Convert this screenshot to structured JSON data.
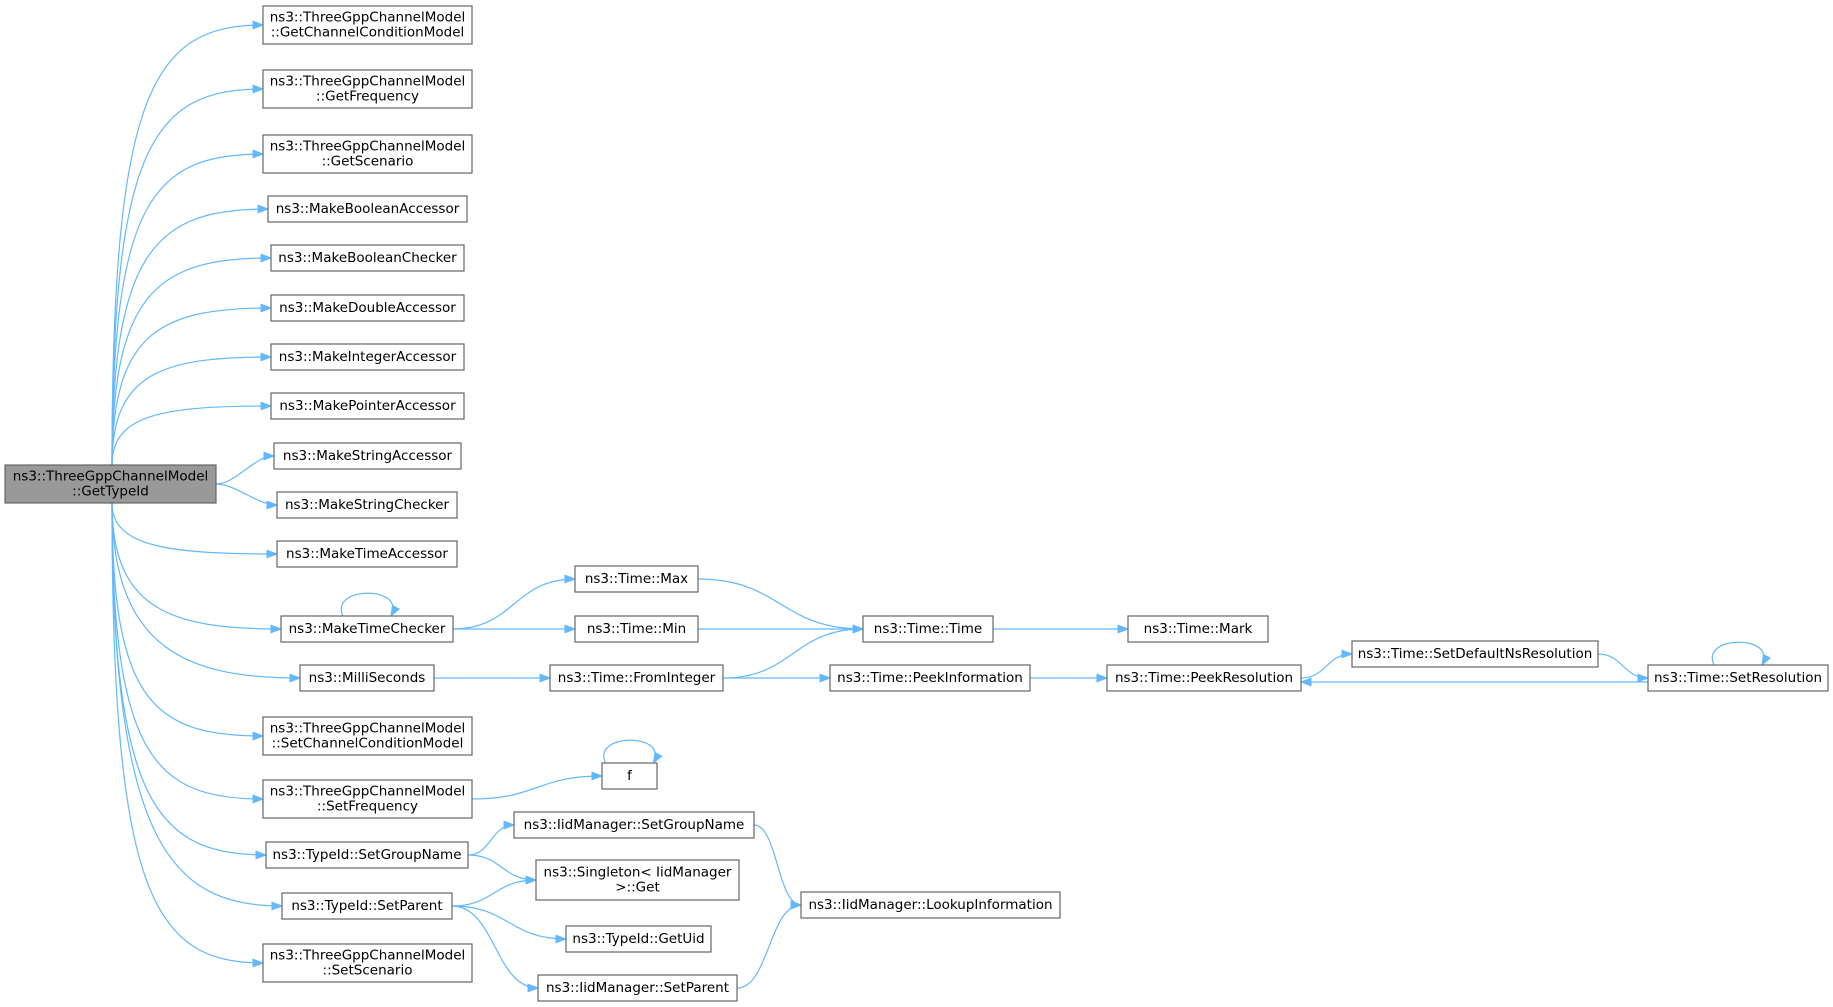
{
  "graph": {
    "title": "",
    "colors": {
      "edge": "#63b8ff",
      "node_border": "#666666",
      "root_fill": "#999999",
      "node_fill": "#ffffff"
    },
    "nodes": [
      {
        "id": "root",
        "lines": [
          "ns3::ThreeGppChannelModel",
          "::GetTypeId"
        ]
      },
      {
        "id": "getChannelConditionModel",
        "lines": [
          "ns3::ThreeGppChannelModel",
          "::GetChannelConditionModel"
        ]
      },
      {
        "id": "getFrequency",
        "lines": [
          "ns3::ThreeGppChannelModel",
          "::GetFrequency"
        ]
      },
      {
        "id": "getScenario",
        "lines": [
          "ns3::ThreeGppChannelModel",
          "::GetScenario"
        ]
      },
      {
        "id": "makeBooleanAccessor",
        "lines": [
          "ns3::MakeBooleanAccessor"
        ]
      },
      {
        "id": "makeBooleanChecker",
        "lines": [
          "ns3::MakeBooleanChecker"
        ]
      },
      {
        "id": "makeDoubleAccessor",
        "lines": [
          "ns3::MakeDoubleAccessor"
        ]
      },
      {
        "id": "makeIntegerAccessor",
        "lines": [
          "ns3::MakeIntegerAccessor"
        ]
      },
      {
        "id": "makePointerAccessor",
        "lines": [
          "ns3::MakePointerAccessor"
        ]
      },
      {
        "id": "makeStringAccessor",
        "lines": [
          "ns3::MakeStringAccessor"
        ]
      },
      {
        "id": "makeStringChecker",
        "lines": [
          "ns3::MakeStringChecker"
        ]
      },
      {
        "id": "makeTimeAccessor",
        "lines": [
          "ns3::MakeTimeAccessor"
        ]
      },
      {
        "id": "makeTimeChecker",
        "lines": [
          "ns3::MakeTimeChecker"
        ]
      },
      {
        "id": "milliSeconds",
        "lines": [
          "ns3::MilliSeconds"
        ]
      },
      {
        "id": "setChannelConditionModel",
        "lines": [
          "ns3::ThreeGppChannelModel",
          "::SetChannelConditionModel"
        ]
      },
      {
        "id": "setFrequency",
        "lines": [
          "ns3::ThreeGppChannelModel",
          "::SetFrequency"
        ]
      },
      {
        "id": "typeIdSetGroupName",
        "lines": [
          "ns3::TypeId::SetGroupName"
        ]
      },
      {
        "id": "typeIdSetParent",
        "lines": [
          "ns3::TypeId::SetParent"
        ]
      },
      {
        "id": "setScenario",
        "lines": [
          "ns3::ThreeGppChannelModel",
          "::SetScenario"
        ]
      },
      {
        "id": "timeMax",
        "lines": [
          "ns3::Time::Max"
        ]
      },
      {
        "id": "timeMin",
        "lines": [
          "ns3::Time::Min"
        ]
      },
      {
        "id": "timeFromInteger",
        "lines": [
          "ns3::Time::FromInteger"
        ]
      },
      {
        "id": "f",
        "lines": [
          "f"
        ]
      },
      {
        "id": "iidSetGroupName",
        "lines": [
          "ns3::IidManager::SetGroupName"
        ]
      },
      {
        "id": "singletonGet",
        "lines": [
          "ns3::Singleton< IidManager",
          ">::Get"
        ]
      },
      {
        "id": "typeIdGetUid",
        "lines": [
          "ns3::TypeId::GetUid"
        ]
      },
      {
        "id": "iidSetParent",
        "lines": [
          "ns3::IidManager::SetParent"
        ]
      },
      {
        "id": "timeTime",
        "lines": [
          "ns3::Time::Time"
        ]
      },
      {
        "id": "peekInformation",
        "lines": [
          "ns3::Time::PeekInformation"
        ]
      },
      {
        "id": "lookupInformation",
        "lines": [
          "ns3::IidManager::LookupInformation"
        ]
      },
      {
        "id": "timeMark",
        "lines": [
          "ns3::Time::Mark"
        ]
      },
      {
        "id": "peekResolution",
        "lines": [
          "ns3::Time::PeekResolution"
        ]
      },
      {
        "id": "setDefaultNsResolution",
        "lines": [
          "ns3::Time::SetDefaultNsResolution"
        ]
      },
      {
        "id": "setResolution",
        "lines": [
          "ns3::Time::SetResolution"
        ]
      }
    ],
    "edges": [
      [
        "root",
        "getChannelConditionModel"
      ],
      [
        "root",
        "getFrequency"
      ],
      [
        "root",
        "getScenario"
      ],
      [
        "root",
        "makeBooleanAccessor"
      ],
      [
        "root",
        "makeBooleanChecker"
      ],
      [
        "root",
        "makeDoubleAccessor"
      ],
      [
        "root",
        "makeIntegerAccessor"
      ],
      [
        "root",
        "makePointerAccessor"
      ],
      [
        "root",
        "makeStringAccessor"
      ],
      [
        "root",
        "makeStringChecker"
      ],
      [
        "root",
        "makeTimeAccessor"
      ],
      [
        "root",
        "makeTimeChecker"
      ],
      [
        "root",
        "milliSeconds"
      ],
      [
        "root",
        "setChannelConditionModel"
      ],
      [
        "root",
        "setFrequency"
      ],
      [
        "root",
        "typeIdSetGroupName"
      ],
      [
        "root",
        "typeIdSetParent"
      ],
      [
        "root",
        "setScenario"
      ],
      [
        "makeTimeChecker",
        "makeTimeChecker"
      ],
      [
        "makeTimeChecker",
        "timeMax"
      ],
      [
        "makeTimeChecker",
        "timeMin"
      ],
      [
        "milliSeconds",
        "timeFromInteger"
      ],
      [
        "setFrequency",
        "f"
      ],
      [
        "f",
        "f"
      ],
      [
        "typeIdSetGroupName",
        "iidSetGroupName"
      ],
      [
        "typeIdSetGroupName",
        "singletonGet"
      ],
      [
        "typeIdSetParent",
        "singletonGet"
      ],
      [
        "typeIdSetParent",
        "typeIdGetUid"
      ],
      [
        "typeIdSetParent",
        "iidSetParent"
      ],
      [
        "timeMax",
        "timeTime"
      ],
      [
        "timeMin",
        "timeTime"
      ],
      [
        "timeFromInteger",
        "timeTime"
      ],
      [
        "timeFromInteger",
        "peekInformation"
      ],
      [
        "iidSetGroupName",
        "lookupInformation"
      ],
      [
        "iidSetParent",
        "lookupInformation"
      ],
      [
        "timeTime",
        "timeMark"
      ],
      [
        "peekInformation",
        "peekResolution"
      ],
      [
        "peekResolution",
        "setDefaultNsResolution"
      ],
      [
        "setDefaultNsResolution",
        "setResolution"
      ],
      [
        "setResolution",
        "setResolution"
      ],
      [
        "setResolution",
        "peekResolution"
      ]
    ]
  }
}
